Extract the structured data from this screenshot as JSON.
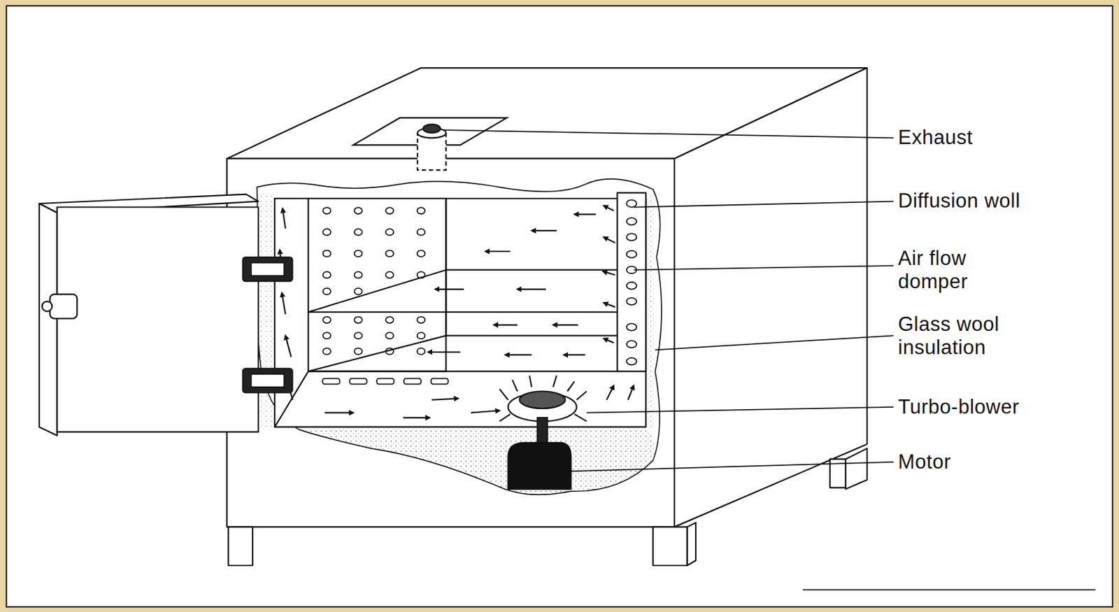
{
  "diagram": {
    "labels": [
      "Exhaust",
      "Diffusion woll",
      "Air flow domper",
      "Glass wool insulation",
      "Turbo-blower",
      "Motor"
    ]
  }
}
